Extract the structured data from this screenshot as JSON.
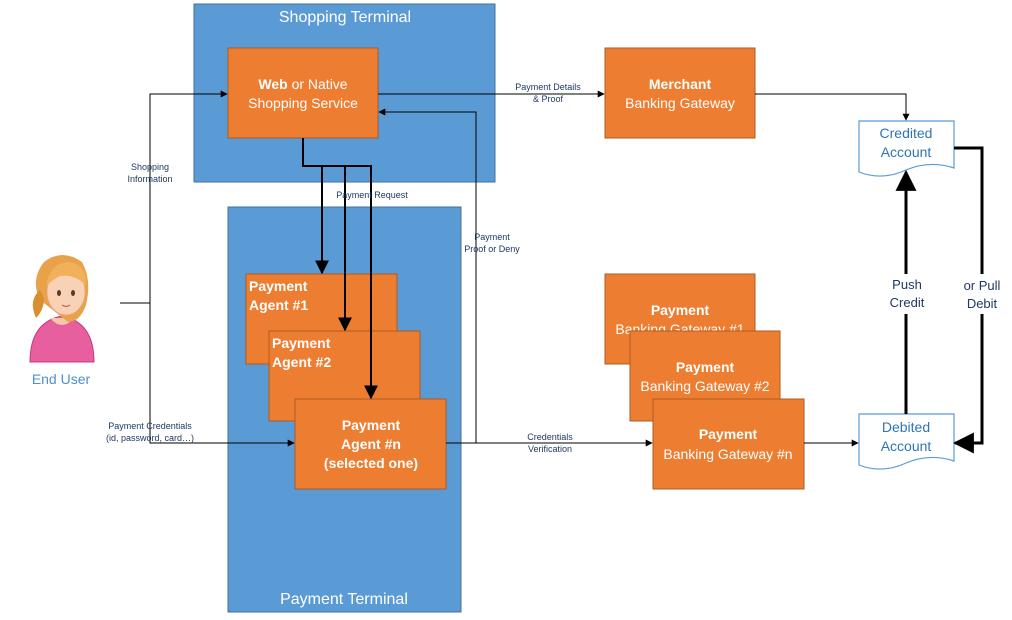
{
  "containers": {
    "shopping_terminal": "Shopping Terminal",
    "payment_terminal": "Payment Terminal"
  },
  "nodes": {
    "shopping_service": {
      "bold": "Web",
      "rest": " or Native",
      "line2": "Shopping Service"
    },
    "merchant_gateway": {
      "line1": "Merchant",
      "line2": "Banking Gateway"
    },
    "agent_1": {
      "line1": "Payment",
      "line2": "Agent #1"
    },
    "agent_2": {
      "line1": "Payment",
      "line2": "Agent #2"
    },
    "agent_n": {
      "line1": "Payment",
      "line2": "Agent #n",
      "line3": "(selected one)"
    },
    "bank_gw_1": {
      "line1": "Payment",
      "line2": "Banking Gateway #1"
    },
    "bank_gw_2": {
      "line1": "Payment",
      "line2": "Banking Gateway #2"
    },
    "bank_gw_n": {
      "line1": "Payment",
      "line2": "Banking Gateway #n"
    },
    "credited_account": {
      "line1": "Credited",
      "line2": "Account"
    },
    "debited_account": {
      "line1": "Debited",
      "line2": "Account"
    },
    "end_user": "End User"
  },
  "edges": {
    "shopping_information": {
      "line1": "Shopping",
      "line2": "Information"
    },
    "payment_credentials": {
      "line1": "Payment Credentials",
      "line2": "(id, password, card…)"
    },
    "payment_details": {
      "line1": "Payment Details",
      "line2": "& Proof"
    },
    "payment_request": "Payment Request",
    "payment_proof": {
      "line1": "Payment",
      "line2": "Proof or Deny"
    },
    "credentials_verification": {
      "line1": "Credentials",
      "line2": "Verification"
    },
    "push_credit": {
      "line1": "Push",
      "line2": "Credit"
    },
    "pull_debit": {
      "line1": "or Pull",
      "line2": "Debit"
    }
  },
  "colors": {
    "container_blue": "#5b9bd5",
    "node_orange": "#ed7d31",
    "doc_text_blue": "#2e75b6",
    "end_user_text": "#4f8fce"
  }
}
